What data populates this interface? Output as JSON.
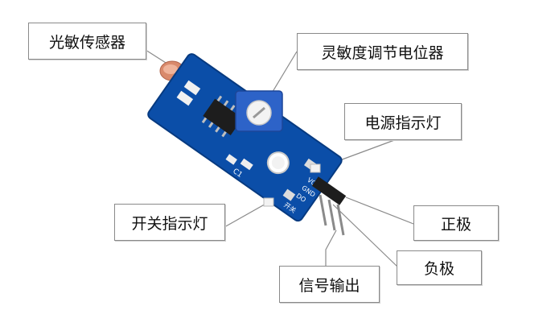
{
  "labels": {
    "photoresistor": "光敏传感器",
    "potentiometer": "灵敏度调节电位器",
    "power_led": "电源指示灯",
    "switch_led": "开关指示灯",
    "positive": "正极",
    "negative": "负极",
    "signal_output": "信号输出"
  },
  "board_marks": {
    "c1": "C1",
    "vcc": "VCC",
    "gnd": "GND",
    "do": "DO",
    "switch_text": "开关"
  },
  "colors": {
    "board": "#0b4ea8",
    "board_dark": "#073a80",
    "silkscreen": "#ffffff",
    "pot_body": "#2d63c8",
    "pins": "#2a2a2a",
    "photoresistor": "#d98a6c"
  }
}
